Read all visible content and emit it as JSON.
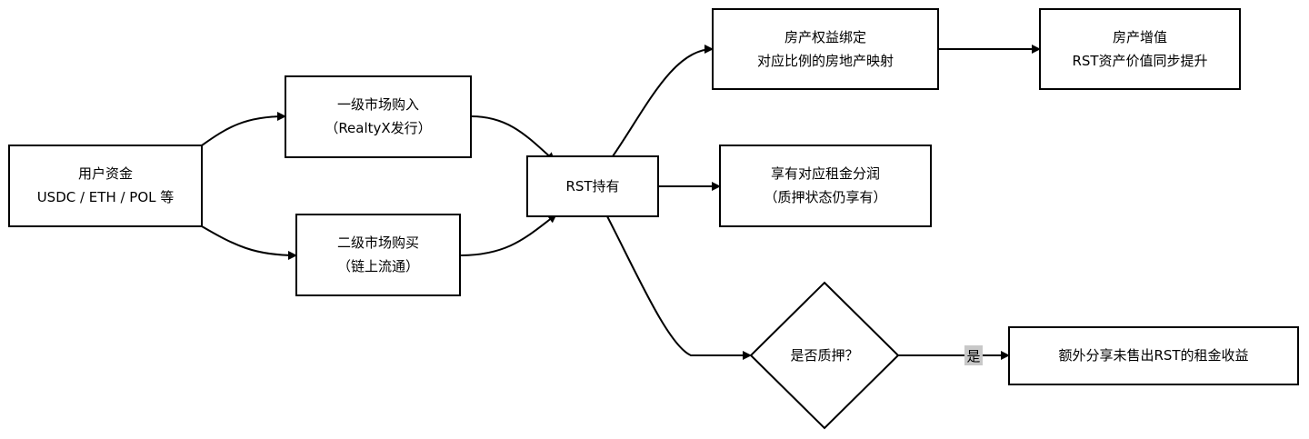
{
  "diagram": {
    "type": "flowchart",
    "nodes": {
      "user_funds": {
        "line1": "用户资金",
        "line2": "USDC / ETH / POL 等"
      },
      "primary_market": {
        "line1": "一级市场购入",
        "line2": "（RealtyX发行）"
      },
      "secondary_market": {
        "line1": "二级市场购买",
        "line2": "（链上流通）"
      },
      "rst_holding": {
        "line1": "RST持有"
      },
      "property_rights": {
        "line1": "房产权益绑定",
        "line2": "对应比例的房地产映射"
      },
      "property_appreciation": {
        "line1": "房产增值",
        "line2": "RST资产价值同步提升"
      },
      "rent_share": {
        "line1": "享有对应租金分润",
        "line2": "（质押状态仍享有）"
      },
      "staked_decision": {
        "line1": "是否质押？"
      },
      "extra_rent": {
        "line1": "额外分享未售出RST的租金收益"
      }
    },
    "edges": [
      {
        "from": "user_funds",
        "to": "primary_market",
        "label": ""
      },
      {
        "from": "user_funds",
        "to": "secondary_market",
        "label": ""
      },
      {
        "from": "primary_market",
        "to": "rst_holding",
        "label": ""
      },
      {
        "from": "secondary_market",
        "to": "rst_holding",
        "label": ""
      },
      {
        "from": "rst_holding",
        "to": "property_rights",
        "label": ""
      },
      {
        "from": "property_rights",
        "to": "property_appreciation",
        "label": ""
      },
      {
        "from": "rst_holding",
        "to": "rent_share",
        "label": ""
      },
      {
        "from": "rst_holding",
        "to": "staked_decision",
        "label": ""
      },
      {
        "from": "staked_decision",
        "to": "extra_rent",
        "label": "是"
      }
    ],
    "colors": {
      "stroke": "#000000",
      "fill": "#ffffff",
      "edge_label_background": "#c8c8c8"
    }
  }
}
